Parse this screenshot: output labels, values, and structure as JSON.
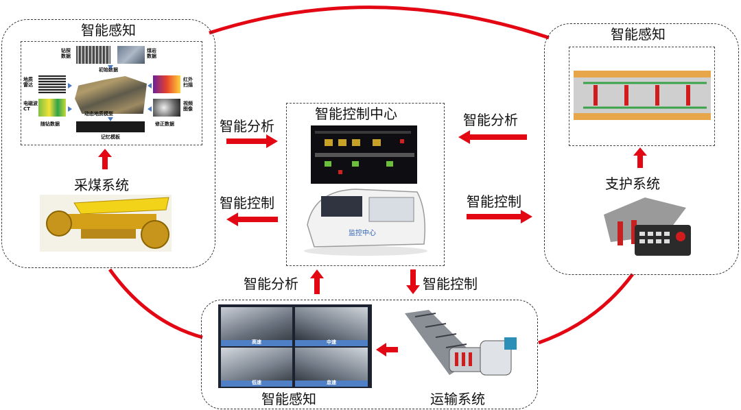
{
  "colors": {
    "arrow": "#e30613",
    "ring": "#e30613",
    "dashed": "#333333"
  },
  "left_group": {
    "title": "智能感知",
    "system": "采煤系统",
    "figure": {
      "top_left": "钻探数据",
      "top_right": "煤岩数据",
      "initial": "初始数据",
      "left_1": "地质雷达",
      "left_2": "电磁波CT",
      "right_1": "红外扫描",
      "right_2": "视频图像",
      "model": "动态地质模型",
      "bottom_left": "随钻数据",
      "bottom_right": "修正数据",
      "memory": "记忆模板"
    }
  },
  "right_group": {
    "title": "智能感知",
    "system": "支护系统"
  },
  "bottom_group": {
    "title": "智能感知",
    "system": "运输系统",
    "speeds": [
      "高速",
      "中速",
      "低速",
      "怠速"
    ]
  },
  "center": {
    "title": "智能控制中心",
    "vehicle_text": "监控中心"
  },
  "arrows": {
    "left_in": "智能分析",
    "left_out": "智能控制",
    "right_in": "智能分析",
    "right_out": "智能控制",
    "bottom_in": "智能分析",
    "bottom_out": "智能控制"
  }
}
